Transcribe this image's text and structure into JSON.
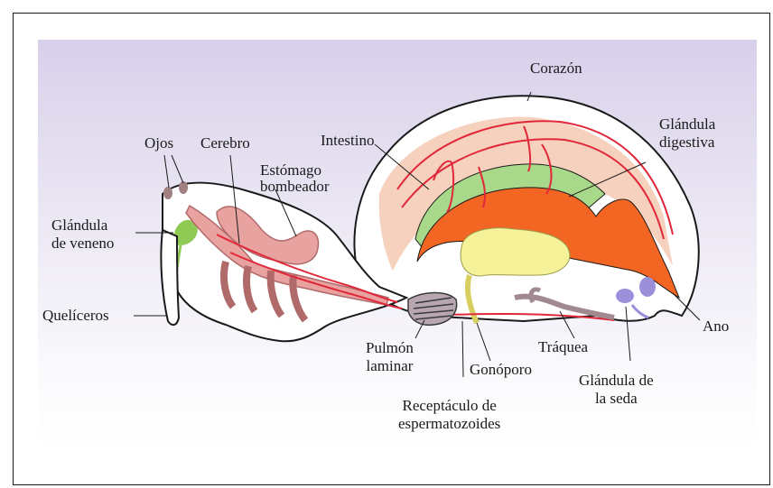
{
  "labels": {
    "corazon": "Corazón",
    "glandula_digestiva": [
      "Glándula",
      "digestiva"
    ],
    "intestino": "Intestino",
    "ojos": "Ojos",
    "cerebro": "Cerebro",
    "estomago_bombeador": [
      "Estómago",
      "bombeador"
    ],
    "glandula_veneno": [
      "Glándula",
      "de veneno"
    ],
    "queliceros": "Quelíceros",
    "pulmon_laminar": [
      "Pulmón",
      "laminar"
    ],
    "gonoporo": "Gonóporo",
    "receptaculo": [
      "Receptáculo de",
      "espermatozoides"
    ],
    "traquea": "Tráquea",
    "glandula_seda": [
      "Glándula de",
      "la seda"
    ],
    "ano": "Ano"
  },
  "colors": {
    "heart": "#f4c9b3",
    "digestive_gland": "#f26522",
    "intestine_green": "#a8d88a",
    "venom_gland": "#8fca55",
    "receptacle": "#f6f29a",
    "silk_gland": "#9a8fd8",
    "brain": "#e8a2a0",
    "vessel_line": "#e0283a"
  }
}
